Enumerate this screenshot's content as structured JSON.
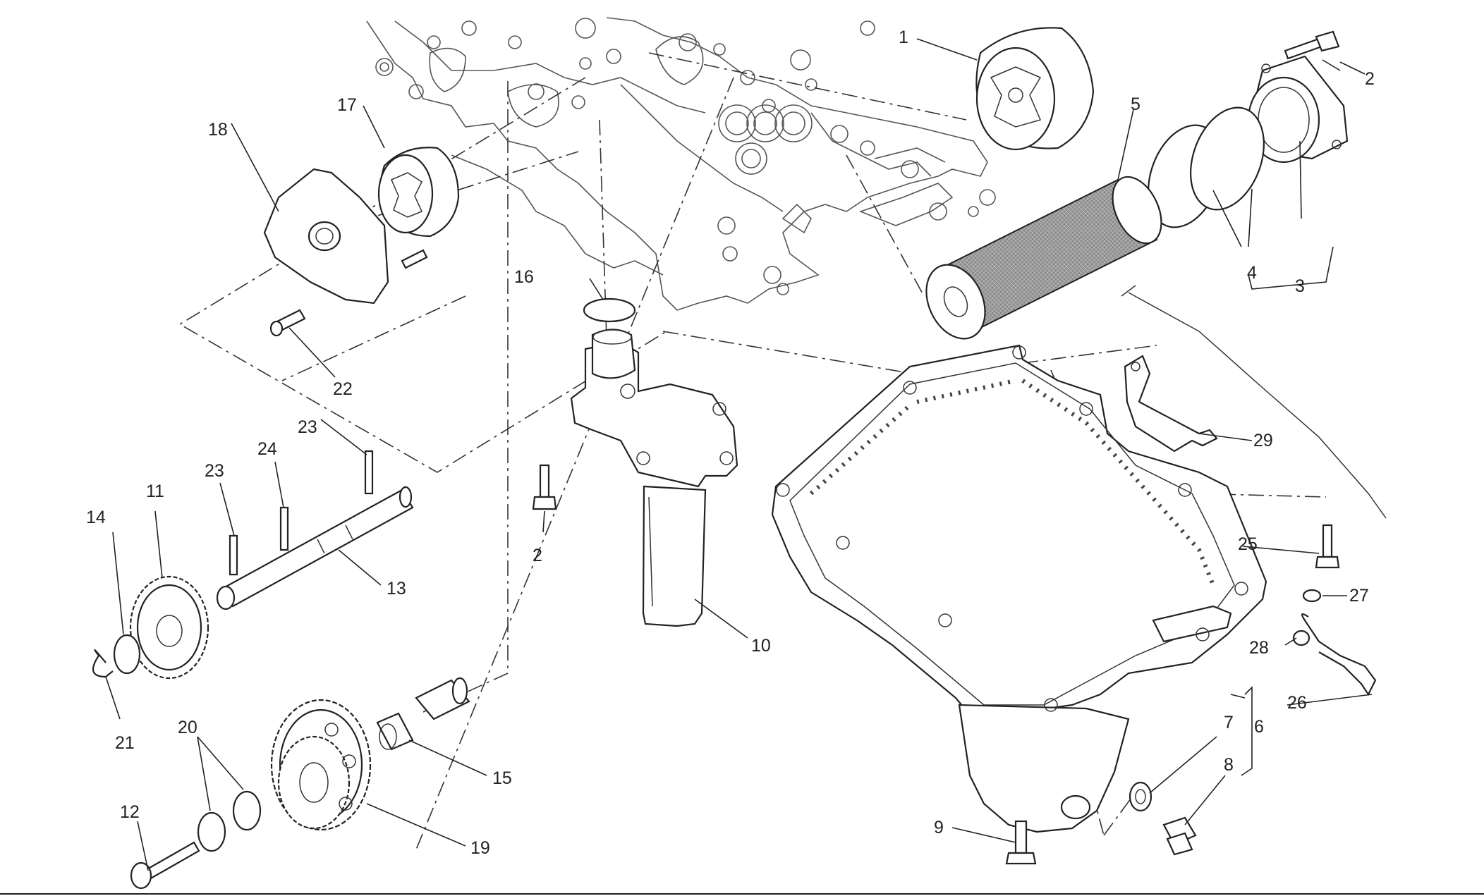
{
  "diagram": {
    "title": "",
    "labels": {
      "l1": "1",
      "l2a": "2",
      "l2b": "2",
      "l3": "3",
      "l4": "4",
      "l5": "5",
      "l6": "6",
      "l7": "7",
      "l8": "8",
      "l9": "9",
      "l10": "10",
      "l11": "11",
      "l12": "12",
      "l13": "13",
      "l14": "14",
      "l15": "15",
      "l16": "16",
      "l17": "17",
      "l18": "18",
      "l19": "19",
      "l20": "20",
      "l21": "21",
      "l22": "22",
      "l23a": "23",
      "l23b": "23",
      "l24": "24",
      "l25": "25",
      "l26": "26",
      "l27": "27",
      "l28": "28",
      "l29": "29"
    }
  }
}
